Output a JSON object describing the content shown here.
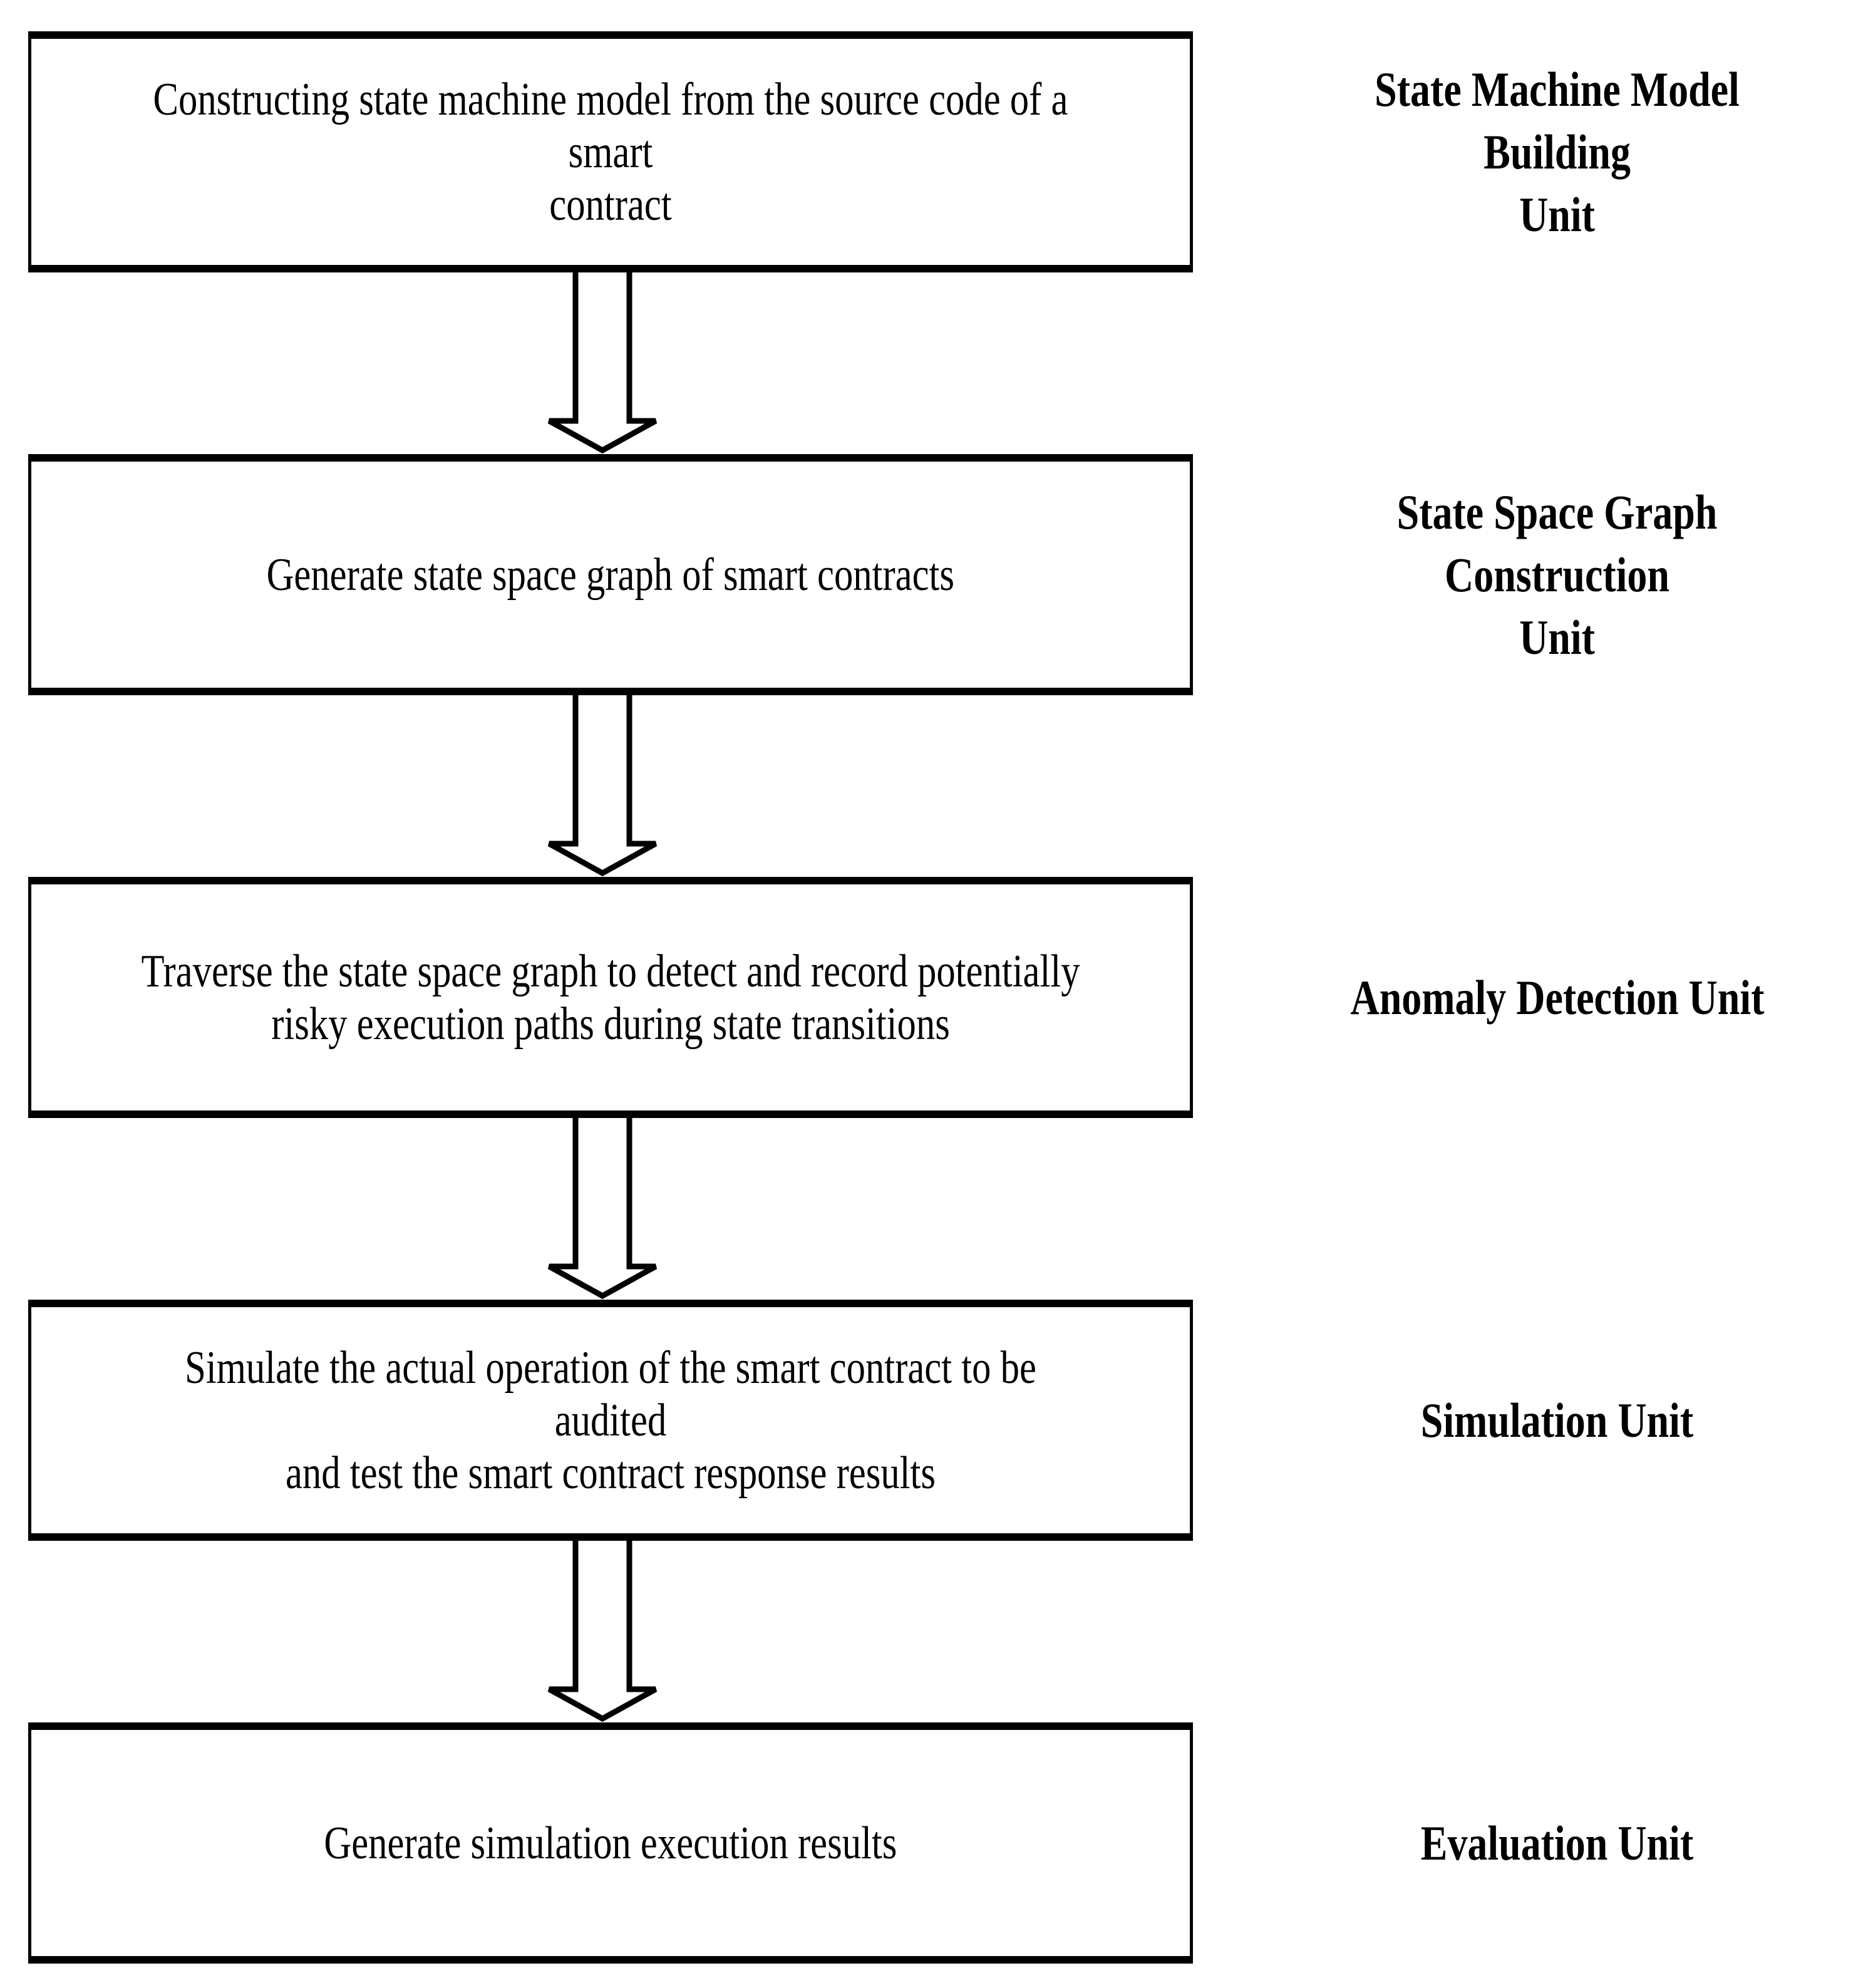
{
  "figure": {
    "background_color": "#ffffff",
    "line_color": "#000000",
    "steps": [
      {
        "box_text": "Constructing state machine model from the source code of a smart\ncontract",
        "unit_label": "State Machine Model Building\nUnit"
      },
      {
        "box_text": "Generate state space graph of smart contracts",
        "unit_label": "State Space Graph Construction\nUnit"
      },
      {
        "box_text": "Traverse the state space graph to detect and record potentially\nrisky execution paths during state transitions",
        "unit_label": "Anomaly Detection Unit"
      },
      {
        "box_text": "Simulate the actual operation of the smart contract to be audited\nand test the smart contract response results",
        "unit_label": "Simulation Unit"
      },
      {
        "box_text": "Generate simulation execution results",
        "unit_label": "Evaluation Unit"
      }
    ]
  }
}
